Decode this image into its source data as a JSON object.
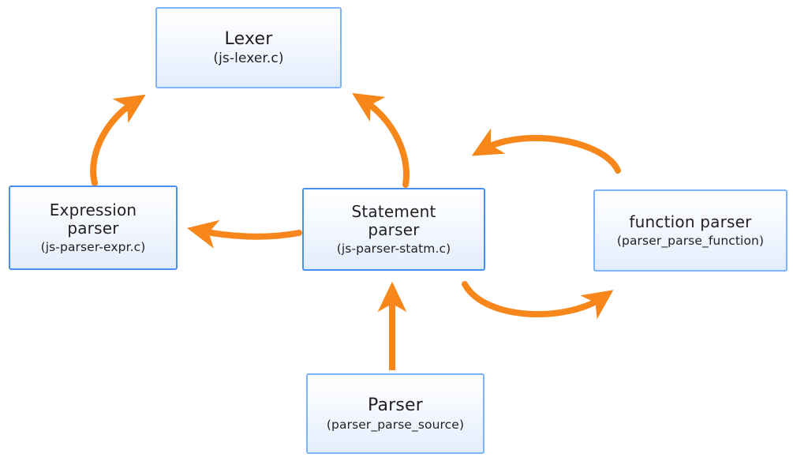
{
  "diagram": {
    "title": "JS parser module interaction diagram",
    "colors": {
      "arrow": "#F7861B",
      "box_border": "#4a90f0",
      "box_border_soft": "#7eb3f5",
      "box_fill_top": "#ffffff",
      "box_fill_bottom": "#e2edfc",
      "text": "#231f20",
      "background": "#ffffff"
    },
    "nodes": [
      {
        "id": "lexer",
        "title": "Lexer",
        "subtitle": "(js-lexer.c)"
      },
      {
        "id": "expression-parser",
        "title": "Expression\nparser",
        "subtitle": "(js-parser-expr.c)"
      },
      {
        "id": "statement-parser",
        "title": "Statement\nparser",
        "subtitle": "(js-parser-statm.c)"
      },
      {
        "id": "function-parser",
        "title": "function parser",
        "subtitle": "(parser_parse_function)"
      },
      {
        "id": "parser",
        "title": "Parser",
        "subtitle": "(parser_parse_source)"
      }
    ],
    "edges": [
      {
        "id": "expression-to-lexer",
        "from": "expression-parser",
        "to": "lexer",
        "style": "curved"
      },
      {
        "id": "statement-to-lexer",
        "from": "statement-parser",
        "to": "lexer",
        "style": "curved"
      },
      {
        "id": "statement-to-expression",
        "from": "statement-parser",
        "to": "expression-parser",
        "style": "curved"
      },
      {
        "id": "function-to-statement",
        "from": "function-parser",
        "to": "statement-parser",
        "style": "arc-over"
      },
      {
        "id": "statement-to-function",
        "from": "statement-parser",
        "to": "function-parser",
        "style": "arc-under"
      },
      {
        "id": "parser-to-statement",
        "from": "parser",
        "to": "statement-parser",
        "style": "straight"
      }
    ]
  }
}
